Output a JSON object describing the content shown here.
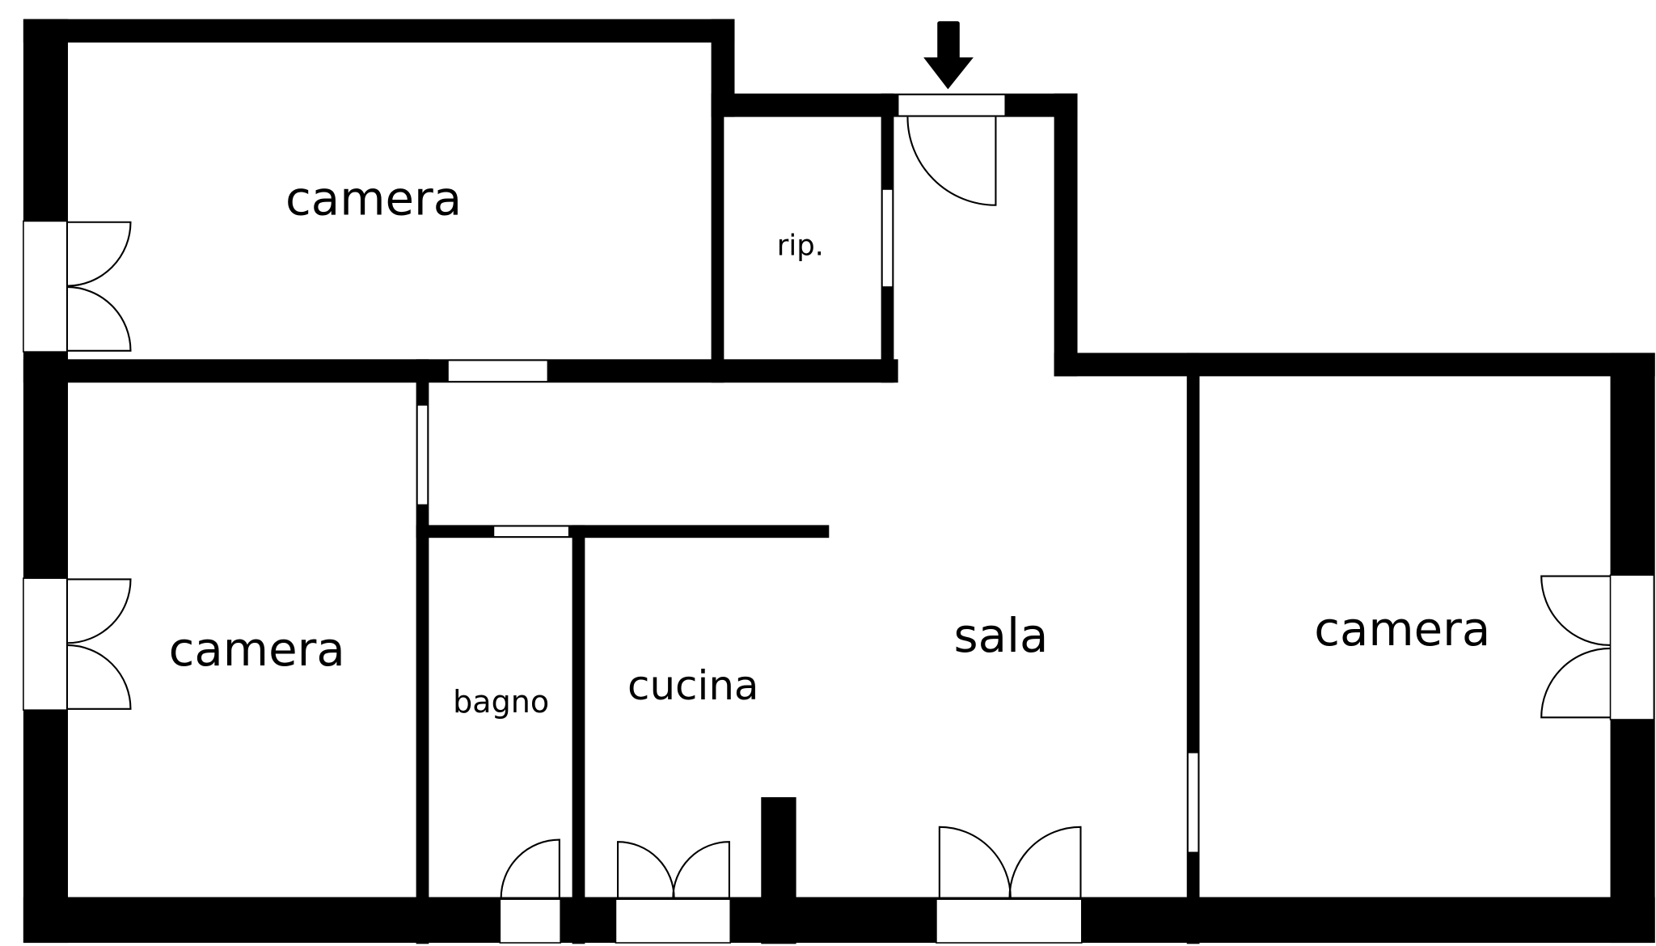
{
  "rooms": {
    "camera_top_left": "camera",
    "ripostiglio": "rip.",
    "camera_left": "camera",
    "bagno": "bagno",
    "cucina": "cucina",
    "sala": "sala",
    "camera_right": "camera"
  },
  "icons": {
    "entrance": "arrow-down-icon"
  },
  "colors": {
    "wall": "#000000",
    "background": "#ffffff"
  }
}
